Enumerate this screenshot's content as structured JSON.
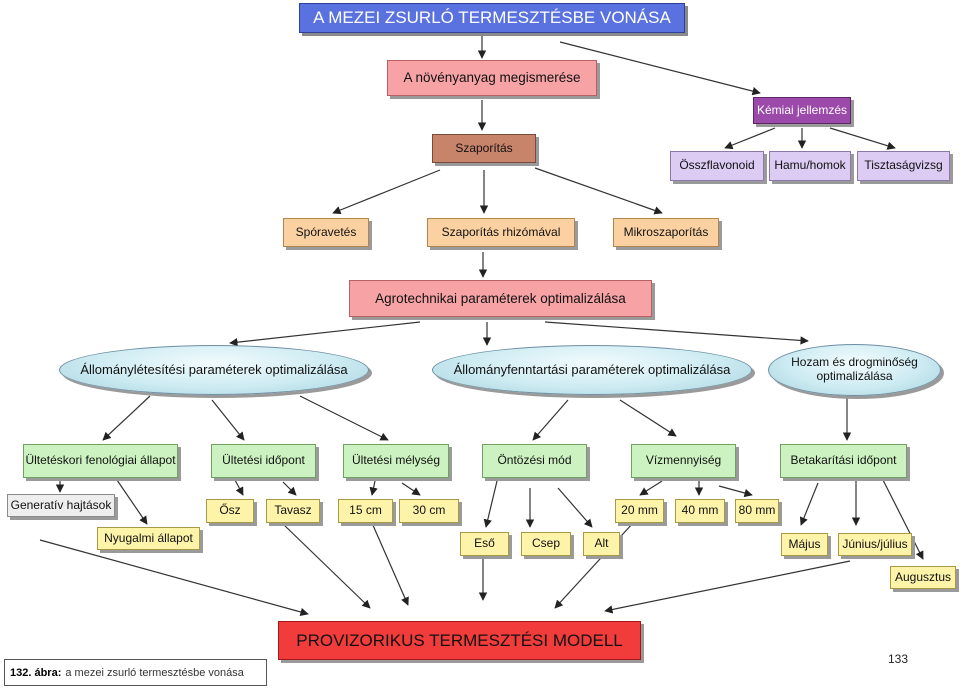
{
  "title": "A MEZEI ZSURLÓ TERMESZTÉSBE VONÁSA",
  "level1": {
    "plant_material": "A növényanyag megismerése",
    "chemical": "Kémiai jellemzés"
  },
  "chemical_items": [
    "Összflavonoid",
    "Hamu/homok",
    "Tisztaságvizsg"
  ],
  "propagation": {
    "label": "Szaporítás",
    "methods": [
      "Spóravetés",
      "Szaporítás rhizómával",
      "Mikroszaporítás"
    ]
  },
  "agrotech": "Agrotechnikai paraméterek optimalizálása",
  "ellipses": [
    "Állománylétesítési paraméterek optimalizálása",
    "Állományfenntartási paraméterek optimalizálása",
    "Hozam és drogminőség\noptimalizálása"
  ],
  "params": [
    "Ültetéskori fenológiai állapot",
    "Ültetési időpont",
    "Ültetési mélység",
    "Öntözési mód",
    "Vízmennyiség",
    "Betakarítási időpont"
  ],
  "options": {
    "phenology": [
      "Generatív hajtások",
      "Nyugalmi állapot"
    ],
    "time": [
      "Ősz",
      "Tavasz"
    ],
    "depth": [
      "15 cm",
      "30 cm"
    ],
    "irrigation": [
      "Eső",
      "Csep",
      "Alt"
    ],
    "water": [
      "20 mm",
      "40 mm",
      "80 mm"
    ],
    "harvest": [
      "Május",
      "Június/július",
      "Augusztus"
    ]
  },
  "model": "PROVIZORIKUS TERMESZTÉSI MODELL",
  "caption": {
    "label": "132. ábra:",
    "text": "a mezei zsurló termesztésbe vonása"
  },
  "page_number": "133"
}
